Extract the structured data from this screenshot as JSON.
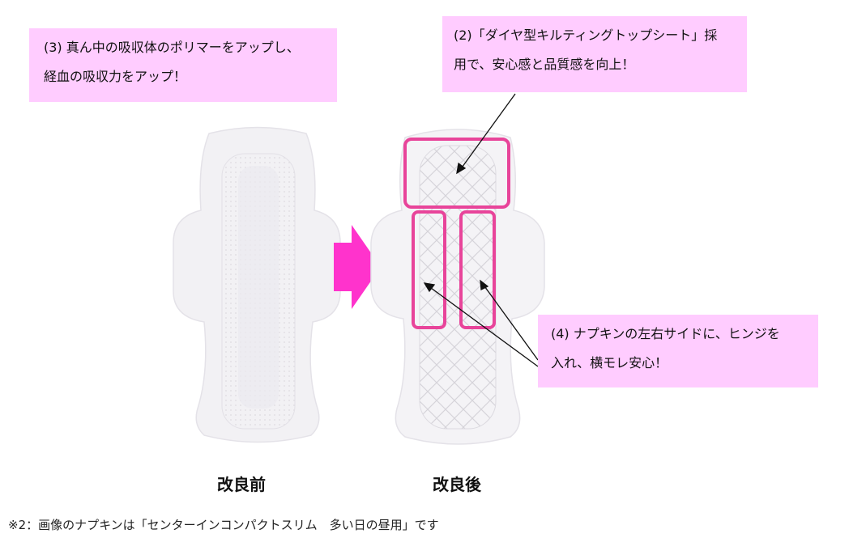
{
  "callouts": {
    "c3": {
      "line1": "(3) 真ん中の吸収体のポリマーをアップし、",
      "line2": "経血の吸収力をアップ！"
    },
    "c2": {
      "line1": "(2)「ダイヤ型キルティングトップシート」採",
      "line2": "用で、安心感と品質感を向上！"
    },
    "c4": {
      "line1": "(4) ナプキンの左右サイドに、ヒンジを",
      "line2": "入れ、横モレ安心！"
    }
  },
  "captions": {
    "before": "改良前",
    "after": "改良後"
  },
  "footnote": "※2：画像のナプキンは「センターインコンパクトスリム　多い日の昼用」です",
  "colors": {
    "callout_bg": "#ffccff",
    "highlight": "#e8449a",
    "arrow": "#ff33cc",
    "pad": "#f4f3f5"
  }
}
